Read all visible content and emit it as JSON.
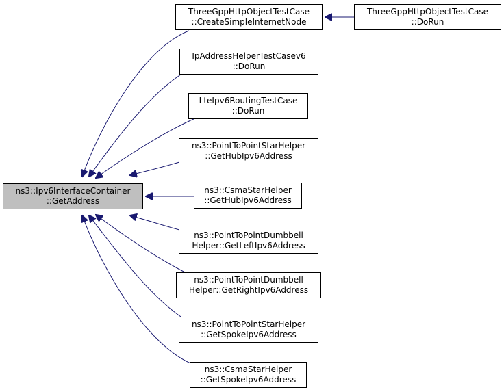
{
  "graph": {
    "edge_color": "#191970",
    "focus_fill": "#bfbfbf",
    "nodes": [
      {
        "id": "n0",
        "line1": "ns3::Ipv6InterfaceContainer",
        "line2": "::GetAddress",
        "focus": true
      },
      {
        "id": "n1",
        "line1": "ThreeGppHttpObjectTestCase",
        "line2": "::CreateSimpleInternetNode"
      },
      {
        "id": "n2",
        "line1": "ThreeGppHttpObjectTestCase",
        "line2": "::DoRun"
      },
      {
        "id": "n3",
        "line1": "IpAddressHelperTestCasev6",
        "line2": "::DoRun"
      },
      {
        "id": "n4",
        "line1": "LteIpv6RoutingTestCase",
        "line2": "::DoRun"
      },
      {
        "id": "n5",
        "line1": "ns3::PointToPointStarHelper",
        "line2": "::GetHubIpv6Address"
      },
      {
        "id": "n6",
        "line1": "ns3::CsmaStarHelper",
        "line2": "::GetHubIpv6Address"
      },
      {
        "id": "n7",
        "line1": "ns3::PointToPointDumbbell",
        "line2": "Helper::GetLeftIpv6Address"
      },
      {
        "id": "n8",
        "line1": "ns3::PointToPointDumbbell",
        "line2": "Helper::GetRightIpv6Address"
      },
      {
        "id": "n9",
        "line1": "ns3::PointToPointStarHelper",
        "line2": "::GetSpokeIpv6Address"
      },
      {
        "id": "n10",
        "line1": "ns3::CsmaStarHelper",
        "line2": "::GetSpokeIpv6Address"
      }
    ],
    "edges": [
      {
        "from": "n1",
        "to": "n0"
      },
      {
        "from": "n3",
        "to": "n0"
      },
      {
        "from": "n4",
        "to": "n0"
      },
      {
        "from": "n5",
        "to": "n0"
      },
      {
        "from": "n6",
        "to": "n0"
      },
      {
        "from": "n7",
        "to": "n0"
      },
      {
        "from": "n8",
        "to": "n0"
      },
      {
        "from": "n9",
        "to": "n0"
      },
      {
        "from": "n10",
        "to": "n0"
      },
      {
        "from": "n2",
        "to": "n1"
      }
    ]
  }
}
